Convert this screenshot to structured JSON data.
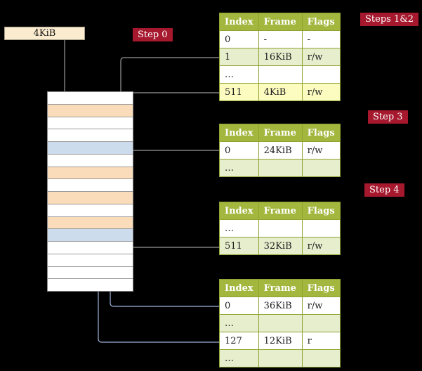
{
  "labels": {
    "root_pointer": "4KiB",
    "step0": "Step 0",
    "steps12": "Steps 1&2",
    "step3": "Step 3",
    "step4": "Step 4"
  },
  "colors": {
    "badge_bg": "#a5182e",
    "pointer_box_bg": "#fbeccf",
    "header_bg": "#a3b63d",
    "table_border": "#8fa332",
    "row_white": "#ffffff",
    "row_green": "#e6eecd",
    "row_yellow": "#fcfcc0",
    "mem_table_frame": "#fadcba",
    "mem_mapped_frame": "#ccdcec",
    "arrow_gray": "#999999",
    "arrow_blue": "#9db4d9"
  },
  "memory": {
    "rows": [
      "plain",
      "page-table",
      "plain",
      "plain",
      "mapped-frame",
      "plain",
      "page-table",
      "plain",
      "page-table",
      "plain",
      "page-table",
      "mapped-frame",
      "plain",
      "plain",
      "plain",
      "plain"
    ]
  },
  "tables": [
    {
      "name": "level4-page-table",
      "headers": [
        "Index",
        "Frame",
        "Flags"
      ],
      "rows": [
        {
          "cells": [
            "0",
            "-",
            "-"
          ],
          "bg": "white"
        },
        {
          "cells": [
            "1",
            "16KiB",
            "r/w"
          ],
          "bg": "green"
        },
        {
          "cells": [
            "…",
            "",
            ""
          ],
          "bg": "white"
        },
        {
          "cells": [
            "511",
            "4KiB",
            "r/w"
          ],
          "bg": "yellow"
        }
      ]
    },
    {
      "name": "level3-page-table",
      "headers": [
        "Index",
        "Frame",
        "Flags"
      ],
      "rows": [
        {
          "cells": [
            "0",
            "24KiB",
            "r/w"
          ],
          "bg": "white"
        },
        {
          "cells": [
            "…",
            "",
            ""
          ],
          "bg": "green"
        }
      ]
    },
    {
      "name": "level2-page-table",
      "headers": [
        "Index",
        "Frame",
        "Flags"
      ],
      "rows": [
        {
          "cells": [
            "…",
            "",
            ""
          ],
          "bg": "white"
        },
        {
          "cells": [
            "511",
            "32KiB",
            "r/w"
          ],
          "bg": "green"
        }
      ]
    },
    {
      "name": "level1-page-table",
      "headers": [
        "Index",
        "Frame",
        "Flags"
      ],
      "rows": [
        {
          "cells": [
            "0",
            "36KiB",
            "r/w"
          ],
          "bg": "white"
        },
        {
          "cells": [
            "…",
            "",
            ""
          ],
          "bg": "green"
        },
        {
          "cells": [
            "127",
            "12KiB",
            "r"
          ],
          "bg": "white"
        },
        {
          "cells": [
            "…",
            "",
            ""
          ],
          "bg": "green"
        }
      ]
    }
  ]
}
